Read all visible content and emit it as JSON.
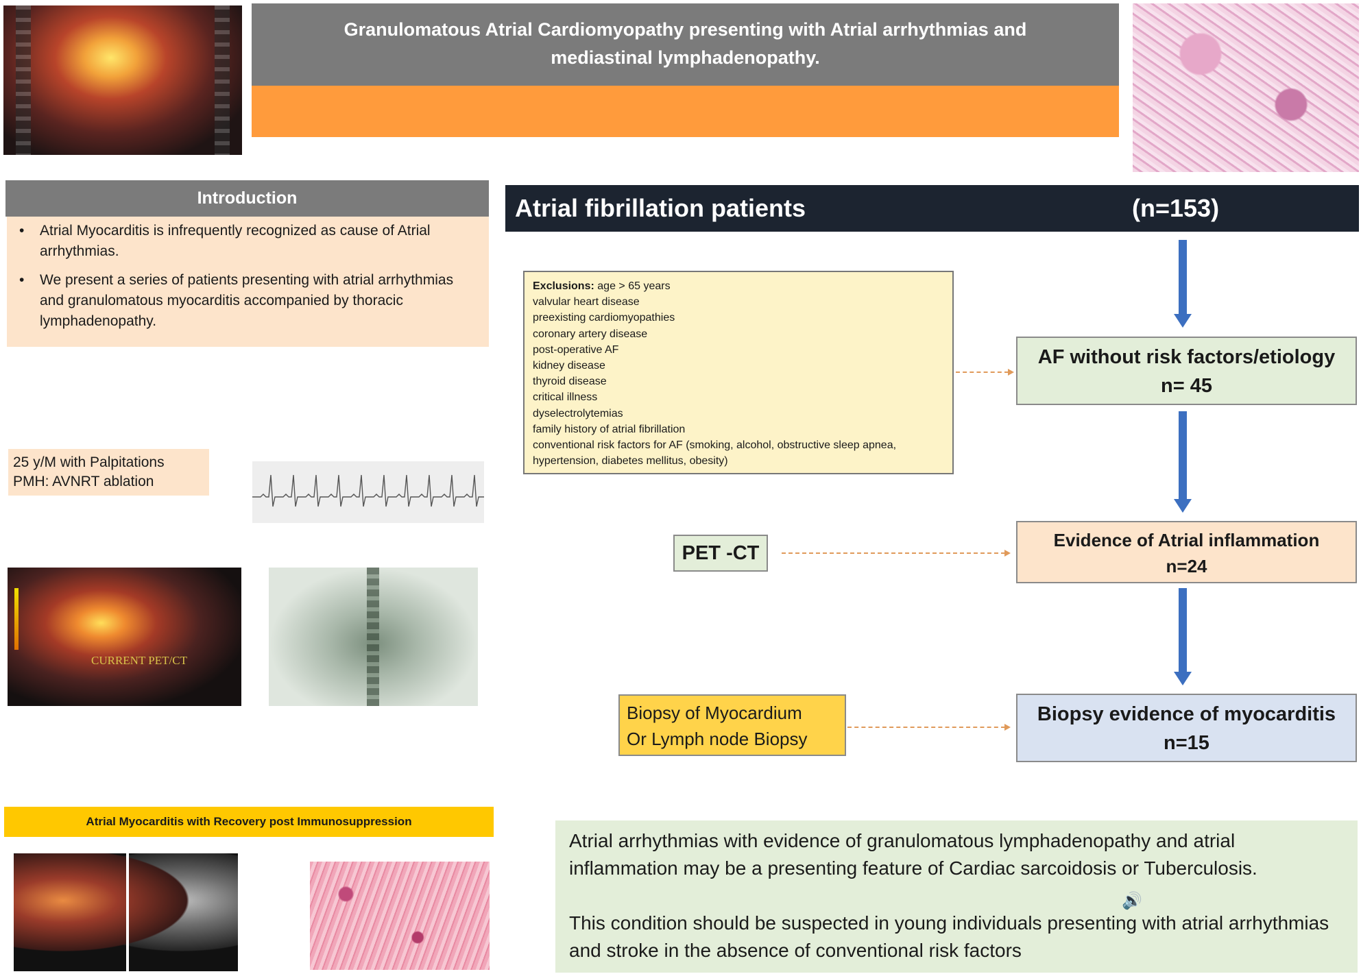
{
  "title": {
    "line1": "Granulomatous Atrial Cardiomyopathy presenting with Atrial arrhythmias and",
    "line2": "mediastinal lymphadenopathy."
  },
  "introduction": {
    "heading": "Introduction",
    "bullets": [
      "Atrial Myocarditis is infrequently recognized as cause of Atrial arrhythmias.",
      "We present a series of patients presenting with atrial arrhythmias and granulomatous myocarditis accompanied by thoracic lymphadenopathy."
    ]
  },
  "case": {
    "line1": "25 y/M with Palpitations",
    "line2": "PMH: AVNRT ablation"
  },
  "recovery_label": "Atrial Myocarditis with Recovery post Immunosuppression",
  "image_overlay_text": "CURRENT PET/CT",
  "flow": {
    "header_label": "Atrial fibrillation patients",
    "header_n": "(n=153)",
    "exclusions": {
      "lead_label": "Exclusions:",
      "items": [
        "age > 65 years",
        "valvular heart disease",
        "preexisting cardiomyopathies",
        "coronary artery disease",
        "post-operative AF",
        "kidney disease",
        "thyroid disease",
        "critical illness",
        "dyselectrolytemias",
        "family history of atrial fibrillation",
        "conventional risk factors for AF (smoking, alcohol, obstructive sleep apnea,",
        "hypertension, diabetes mellitus, obesity)"
      ]
    },
    "step1": {
      "title": "AF without risk factors/etiology",
      "n": "n= 45"
    },
    "step2": {
      "title": "Evidence of Atrial inflammation",
      "n": "n=24"
    },
    "step3": {
      "title": "Biopsy evidence of myocarditis",
      "n": "n=15"
    },
    "petct_label": "PET -CT",
    "biopsy": {
      "line1": "Biopsy of  Myocardium",
      "line2": "Or Lymph node Biopsy"
    }
  },
  "conclusion": {
    "p1": "Atrial arrhythmias with evidence of granulomatous lymphadenopathy and atrial inflammation may be a presenting feature of Cardiac sarcoidosis or Tuberculosis.",
    "p2": "This condition should be suspected in young individuals presenting with atrial arrhythmias and stroke in the absence of conventional risk factors"
  },
  "colors": {
    "title_gray": "#7b7b7b",
    "title_orange": "#ff9b3c",
    "intro_fill": "#fde4cb",
    "header_bar": "#1c2430",
    "arrow_blue": "#3c6fc0",
    "green_box": "#e3eed9",
    "blue_box": "#d9e2f1",
    "yellow_box": "#ffd34a",
    "recovery_bar": "#ffc800"
  }
}
